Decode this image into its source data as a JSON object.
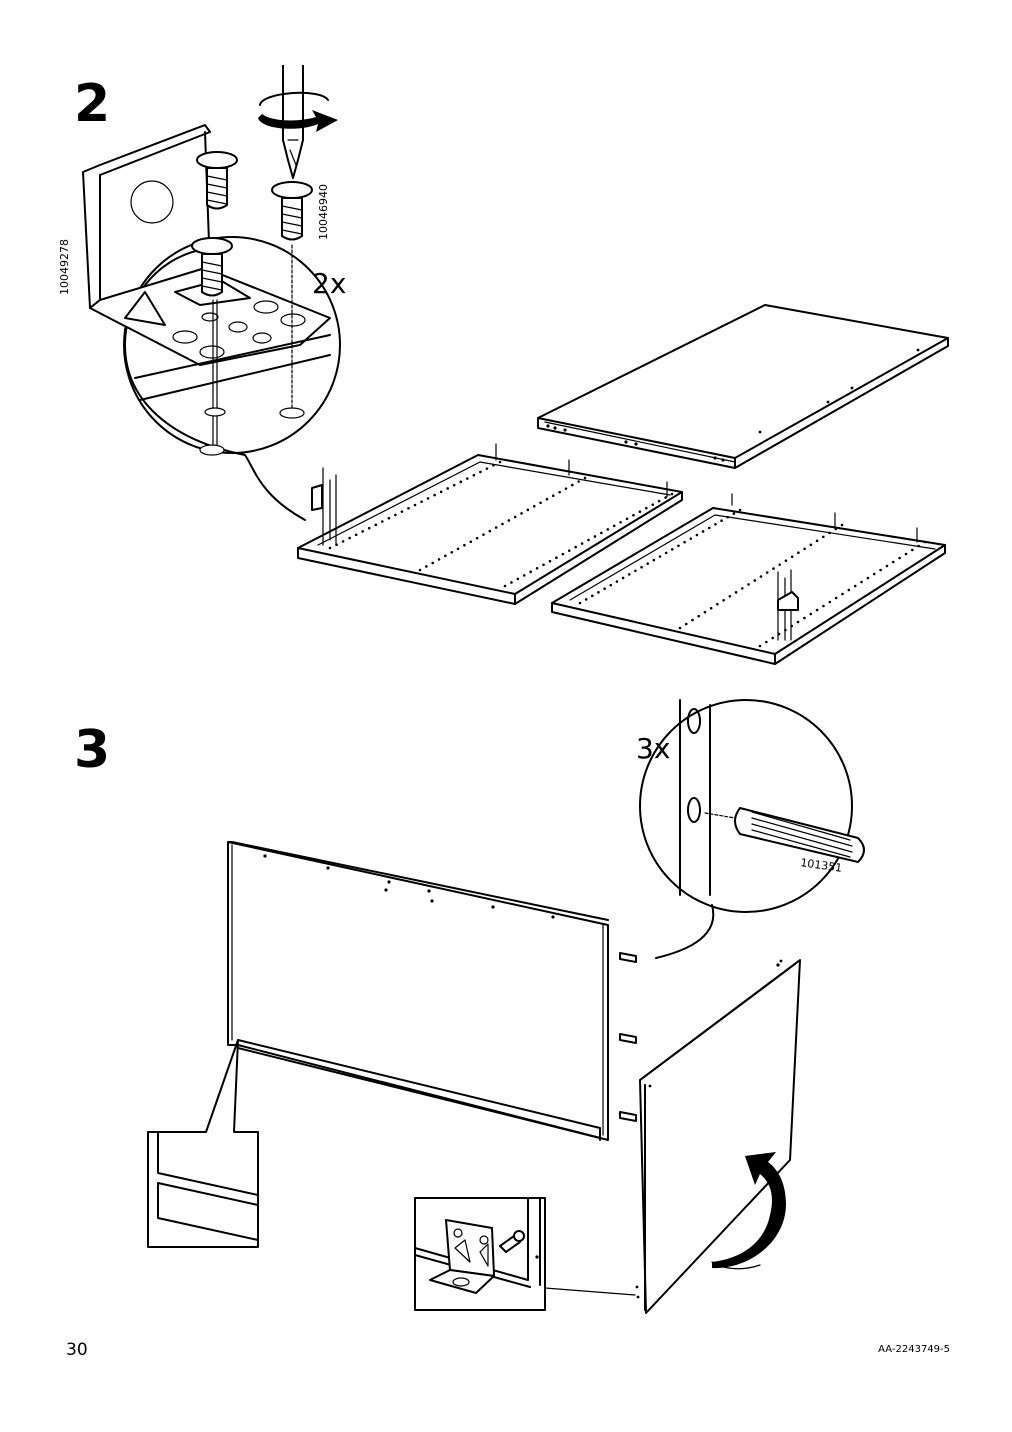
{
  "page_number": "30",
  "document_code": "AA-2243749-5",
  "steps": [
    {
      "number": "2",
      "multiplier": "2x",
      "part_numbers": [
        "10049278",
        "10046940"
      ]
    },
    {
      "number": "3",
      "multiplier": "3x",
      "part_numbers": [
        "101351"
      ]
    }
  ],
  "icons": [
    "screwdriver-icon",
    "rotate-arrow-icon",
    "screw-icon",
    "dowel-icon",
    "bracket-icon",
    "curved-arrow-icon"
  ]
}
